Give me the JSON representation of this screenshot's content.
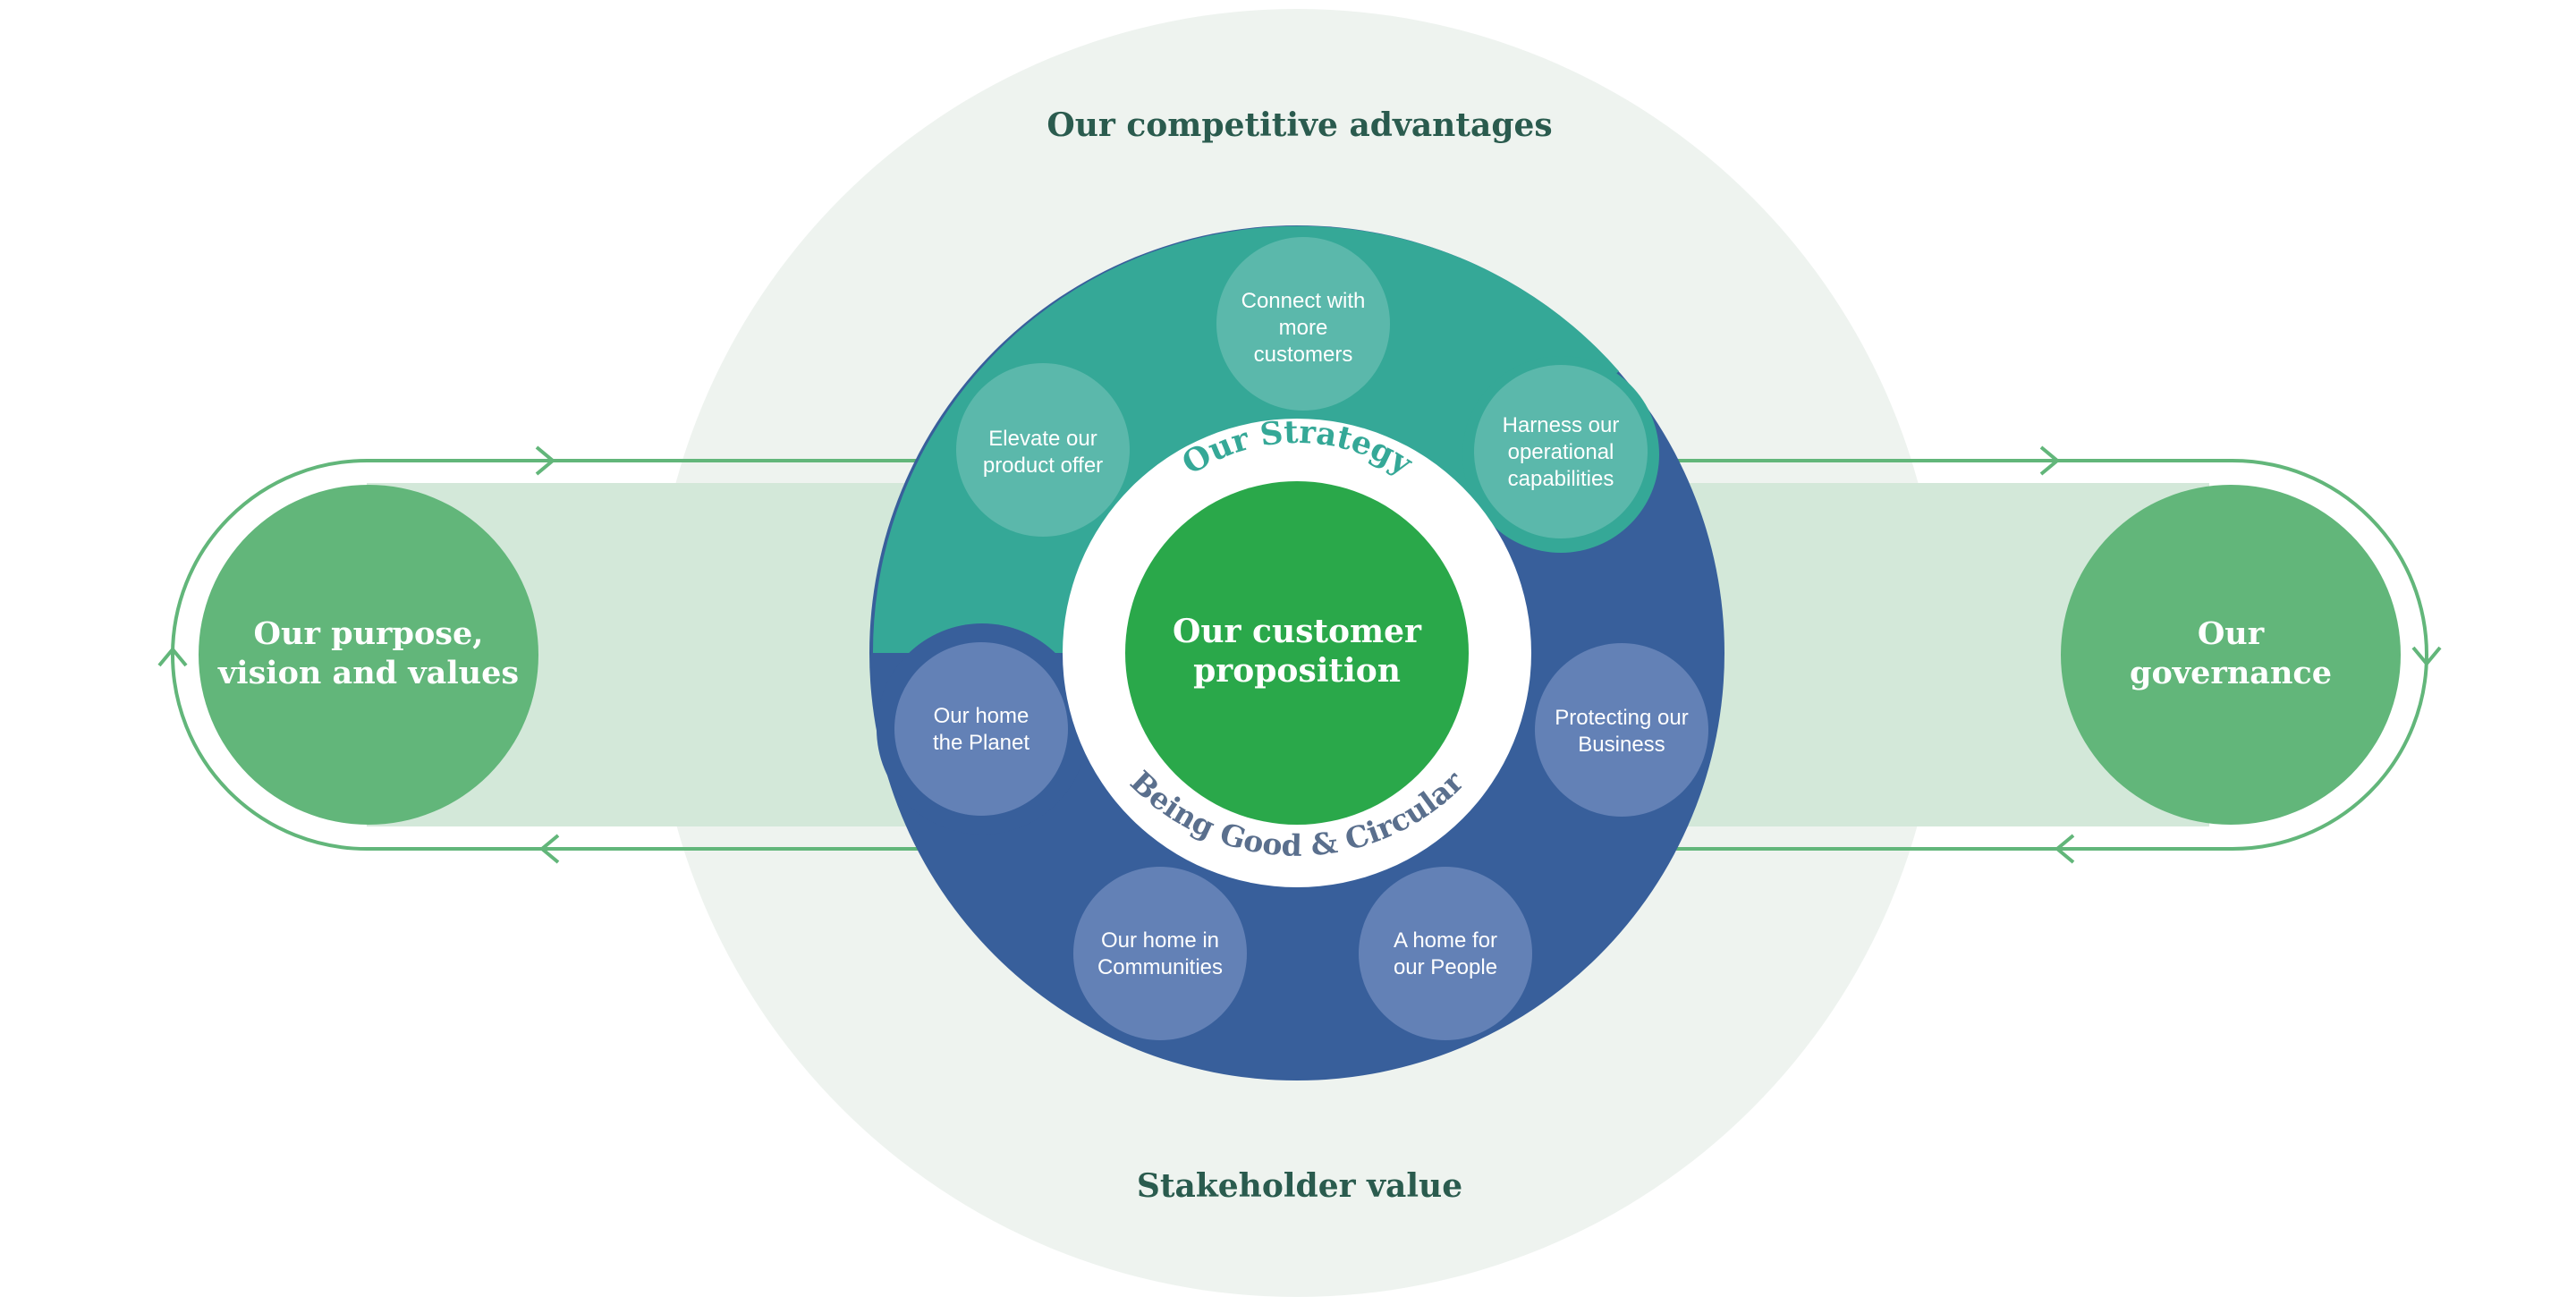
{
  "headings": {
    "top": "Our competitive advantages",
    "bottom": "Stakeholder value"
  },
  "left_node": {
    "line1": "Our purpose,",
    "line2": "vision and values"
  },
  "right_node": {
    "line1": "Our",
    "line2": "governance"
  },
  "center": {
    "line1": "Our customer",
    "line2": "proposition"
  },
  "ring_labels": {
    "strategy": "Our Strategy",
    "circular": "Being Good & Circular"
  },
  "strategy_pillars": [
    {
      "lines": [
        "Connect with",
        "more",
        "customers"
      ]
    },
    {
      "lines": [
        "Elevate our",
        "product offer"
      ]
    },
    {
      "lines": [
        "Harness our",
        "operational",
        "capabilities"
      ]
    }
  ],
  "circular_pillars": [
    {
      "lines": [
        "Our home",
        "the Planet"
      ]
    },
    {
      "lines": [
        "Protecting our",
        "Business"
      ]
    },
    {
      "lines": [
        "Our home in",
        "Communities"
      ]
    },
    {
      "lines": [
        "A home for",
        "our People"
      ]
    }
  ],
  "colors": {
    "outer_disc": "#eef3ef",
    "band": "#d3e8d9",
    "flow_line": "#62b67a",
    "side_node": "#62b67a",
    "teal": "#35a897",
    "teal_bubble": "#5bb8ab",
    "blue": "#385f9b",
    "blue_bubble": "#6381b6",
    "center": "#2aa84a",
    "heading_text": "#2a5b4e",
    "strategy_text": "#35a897",
    "circular_text": "#5a6f8d"
  }
}
